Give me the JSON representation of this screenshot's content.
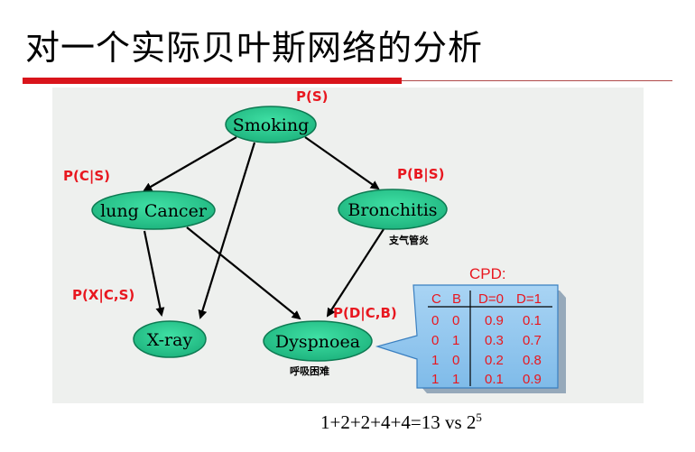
{
  "slide_title": "对一个实际贝叶斯网络的分析",
  "nodes": {
    "smoking": "Smoking",
    "lung_cancer": "lung Cancer",
    "bronchitis": "Bronchitis",
    "xray": "X-ray",
    "dyspnoea": "Dyspnoea"
  },
  "probabilities": {
    "ps": "P(S)",
    "pcs": "P(C|S)",
    "pbs": "P(B|S)",
    "pxcs": "P(X|C,S)",
    "pdcb": "P(D|C,B)"
  },
  "notes": {
    "bronchitis_cn": "支气管炎",
    "dyspnoea_cn": "呼吸困难"
  },
  "cpd": {
    "title": "CPD:",
    "headers": [
      "C",
      "B",
      "D=0",
      "D=1"
    ],
    "rows": [
      [
        "0",
        "0",
        "0.9",
        "0.1"
      ],
      [
        "0",
        "1",
        "0.3",
        "0.7"
      ],
      [
        "1",
        "0",
        "0.2",
        "0.8"
      ],
      [
        "1",
        "1",
        "0.1",
        "0.9"
      ]
    ]
  },
  "formula": {
    "main": "1+2+2+4+4=13 vs 2",
    "exponent": "5"
  },
  "colors": {
    "node_fill": "#22c48a",
    "node_stroke": "#0d7a52",
    "prob_red": "#e8171f",
    "callout_fill": "#8fc6ef",
    "callout_stroke": "#3a7fc0",
    "title_rule": "#d9141b"
  }
}
